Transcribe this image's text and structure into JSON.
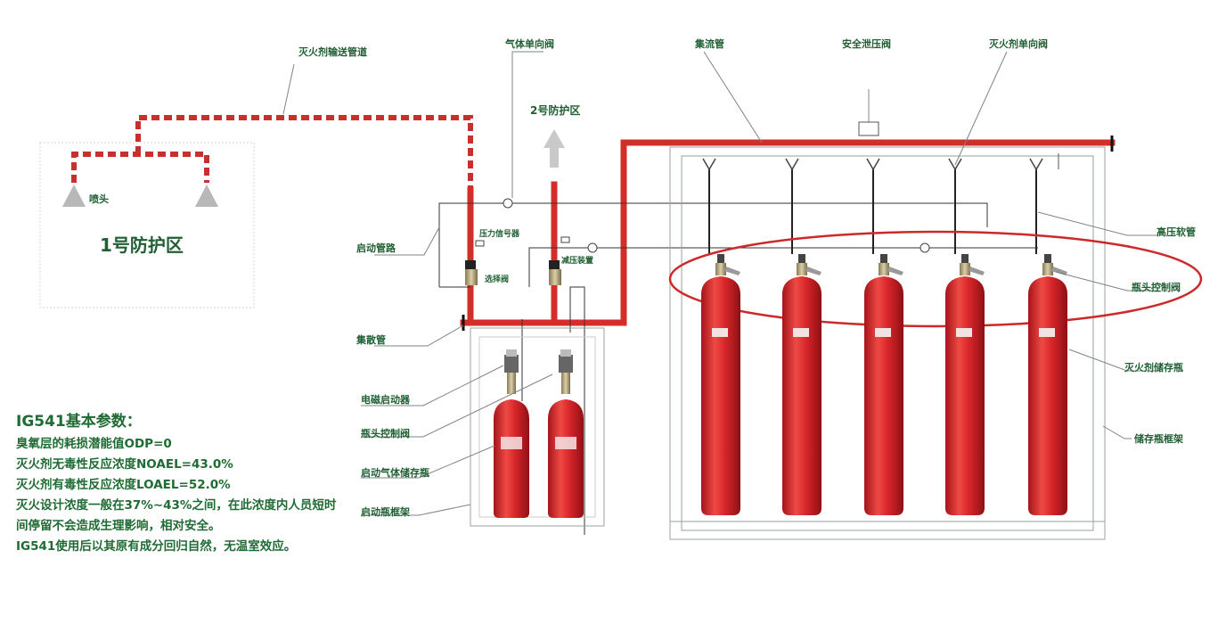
{
  "diagram": {
    "labels": {
      "delivery_pipe": "灭火剂输送管道",
      "gas_check_valve": "气体单向阀",
      "zone2": "2号防护区",
      "manifold": "集流管",
      "safety_relief_valve": "安全泄压阀",
      "agent_check_valve": "灭火剂单向阀",
      "nozzle": "喷头",
      "zone1": "1号防护区",
      "start_pipeline": "启动管路",
      "pressure_signal": "压力信号器",
      "selector_valve": "选择阀",
      "pressure_reducer": "减压装置",
      "high_pressure_hose": "高压软管",
      "bottle_head_valve_right": "瓶头控制阀",
      "collector_pipe": "集散管",
      "agent_cylinder": "灭火剂储存瓶",
      "solenoid_actuator": "电磁启动器",
      "bottle_head_valve_left": "瓶头控制阀",
      "start_gas_cylinder": "启动气体储存瓶",
      "cylinder_rack": "储存瓶框架",
      "start_cylinder_rack": "启动瓶框架"
    },
    "colors": {
      "pipe": "#d42e2a",
      "cylinder": "#d8262a",
      "label": "#1f5f33",
      "highlight_ellipse": "#cc2a2a"
    }
  },
  "params": {
    "title": "IG541基本参数：",
    "lines": [
      "臭氧层的耗损潜能值ODP=0",
      "灭火剂无毒性反应浓度NOAEL=43.0%",
      "灭火剂有毒性反应浓度LOAEL=52.0%",
      "灭火设计浓度一般在37%~43%之间，在此浓度内人员短时间停留不会造成生理影响，相对安全。",
      "IG541使用后以其原有成分回归自然，无温室效应。"
    ]
  }
}
